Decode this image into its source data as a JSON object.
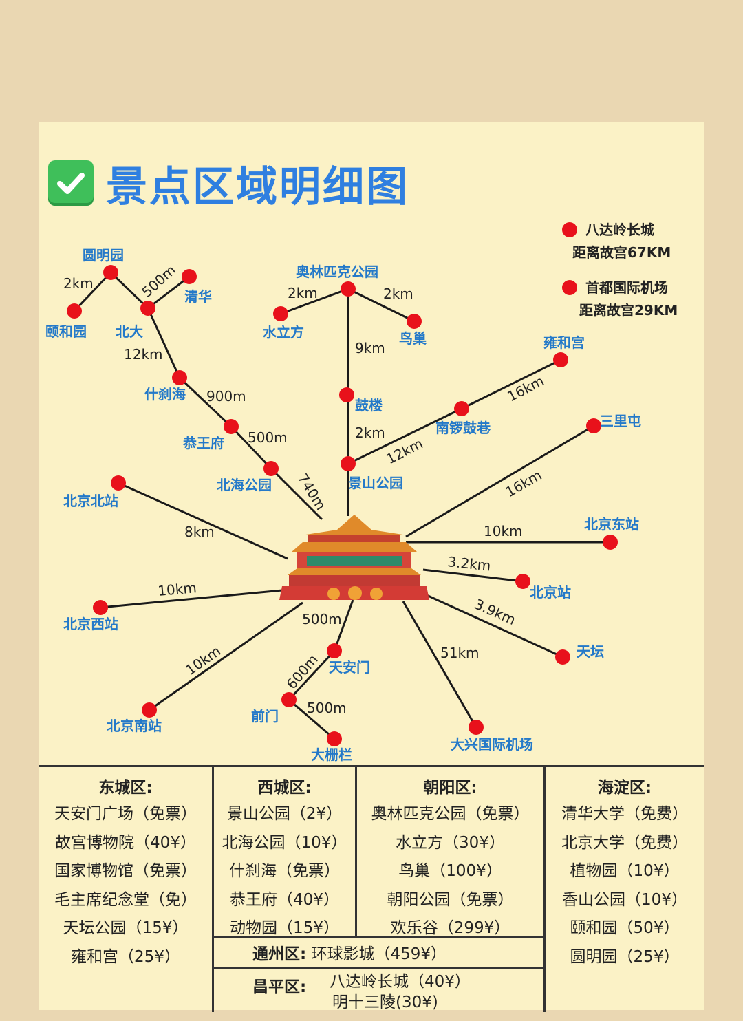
{
  "title": "景点区域明细图",
  "colors": {
    "title": "#2f7fe0",
    "place": "#2479c9",
    "dot": "#e8111b",
    "check": "#3fbf5a",
    "card": "#fbf2c6",
    "background": "#ead7b2"
  },
  "icons": {
    "title_icon": "check-mark-icon",
    "center_icon": "forbidden-city-gate-icon"
  },
  "legend": [
    {
      "name": "八达岭长城",
      "note": "距离故宫67KM"
    },
    {
      "name": "首都国际机场",
      "note": "距离故宫29KM"
    }
  ],
  "places": {
    "yuanmingyuan": "圆明园",
    "yiheyuan": "颐和园",
    "beida": "北大",
    "qinghua": "清华",
    "shichahai": "什刹海",
    "gongwangfu": "恭王府",
    "beihai": "北海公园",
    "aolinpike": "奥林匹克公园",
    "shuilifang": "水立方",
    "niaochao": "鸟巢",
    "gulou": "鼓楼",
    "jingshan": "景山公园",
    "nanluogu": "南锣鼓巷",
    "yonghegong": "雍和宫",
    "sanlitun": "三里屯",
    "beijing_north": "北京北站",
    "beijing_east": "北京东站",
    "beijing_station": "北京站",
    "beijing_west": "北京西站",
    "tiantan": "天坛",
    "beijing_south": "北京南站",
    "tiananmen": "天安门",
    "qianmen": "前门",
    "dashilan": "大栅栏",
    "daxing_airport": "大兴国际机场"
  },
  "distances": {
    "yiheyuan_yuanmingyuan": "2km",
    "beida_qinghua": "500m",
    "beida_shichahai": "12km",
    "shichahai_gongwangfu": "900m",
    "gongwangfu_beihai": "500m",
    "beihai_center": "740m",
    "aolin_shuilifang": "2km",
    "aolin_niaochao": "2km",
    "aolin_gulou": "9km",
    "gulou_jingshan": "2km",
    "jingshan_nanluogu": "12km",
    "nanluogu_yonghegong": "16km",
    "center_sanlitun": "16km",
    "center_beijing_north": "8km",
    "center_beijing_east": "10km",
    "center_beijing_station": "3.2km",
    "center_beijing_west": "10km",
    "center_tiantan": "3.9km",
    "center_beijing_south": "10km",
    "center_tiananmen": "500m",
    "center_daxing": "51km",
    "tiananmen_qianmen": "600m",
    "qianmen_dashilan": "500m"
  },
  "districts": {
    "dongcheng": {
      "name": "东城区:",
      "items": [
        "天安门广场（免票）",
        "故宫博物院（40¥）",
        "国家博物馆（免票）",
        "毛主席纪念堂（免）",
        "天坛公园（15¥）",
        "雍和宫（25¥）"
      ]
    },
    "xicheng": {
      "name": "西城区:",
      "items": [
        "景山公园（2¥）",
        "北海公园（10¥）",
        "什刹海（免票）",
        "恭王府（40¥）",
        "动物园（15¥）"
      ]
    },
    "chaoyang": {
      "name": "朝阳区:",
      "items": [
        "奥林匹克公园（免票）",
        "水立方（30¥）",
        "鸟巢（100¥）",
        "朝阳公园（免票）",
        "欢乐谷（299¥）"
      ]
    },
    "haidian": {
      "name": "海淀区:",
      "items": [
        "清华大学（免费）",
        "北京大学（免费）",
        "植物园（10¥）",
        "香山公园（10¥）",
        "颐和园（50¥）",
        "圆明园（25¥）"
      ]
    },
    "tongzhou": {
      "name": "通州区:",
      "item": "环球影城（459¥）"
    },
    "changping": {
      "name": "昌平区:",
      "items": [
        "八达岭长城（40¥）",
        "明十三陵(30¥)"
      ]
    }
  }
}
